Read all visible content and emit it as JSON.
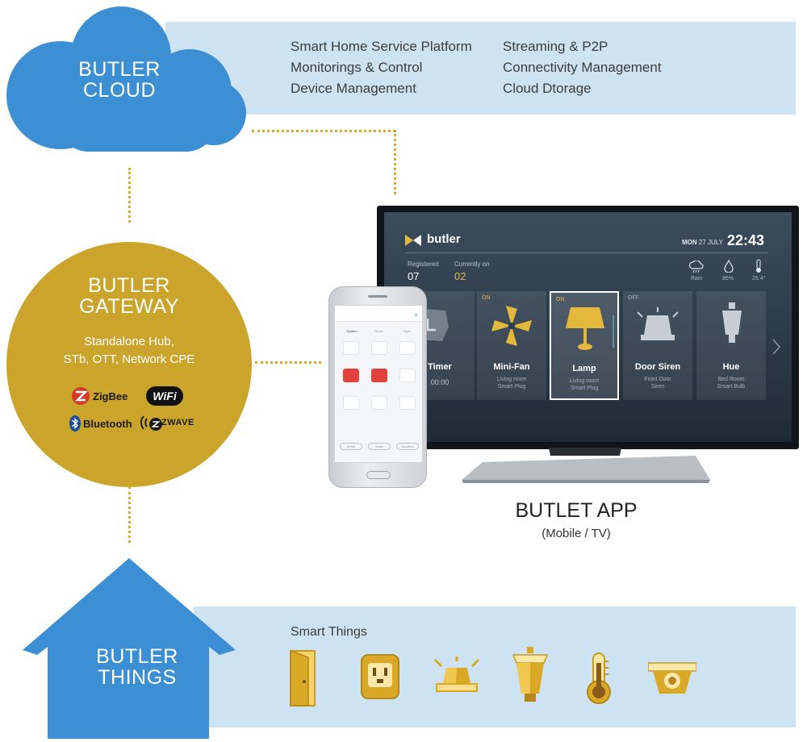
{
  "cloud": {
    "title_line1": "BUTLER",
    "title_line2": "CLOUD",
    "features_col1": [
      "Smart Home Service Platform",
      "Monitorings & Control",
      "Device Management"
    ],
    "features_col2": [
      "Streaming & P2P",
      "Connectivity Management",
      "Cloud Dtorage"
    ]
  },
  "gateway": {
    "title_line1": "BUTLER",
    "title_line2": "GATEWAY",
    "desc_line1": "Standalone Hub,",
    "desc_line2": "STb, OTT, Network CPE",
    "protocols": [
      "ZigBee",
      "WiFi",
      "Bluetooth",
      "ZWAVE"
    ]
  },
  "app": {
    "title": "BUTLET APP",
    "subtitle": "(Mobile / TV)"
  },
  "tv": {
    "brand": "butler",
    "day": "MON",
    "date": "27 JULY",
    "time": "22:43",
    "registered_label": "Registered",
    "registered_value": "07",
    "current_label": "Currently on",
    "current_value": "02",
    "weather": [
      {
        "icon": "cloud-rain-icon",
        "label": "Rain"
      },
      {
        "icon": "drop-icon",
        "label": "86%"
      },
      {
        "icon": "thermometer-icon",
        "label": "26.4°"
      }
    ],
    "cards": [
      {
        "name": "Timer",
        "line1": "00:00",
        "line2": "",
        "state": ""
      },
      {
        "name": "Mini-Fan",
        "line1": "Living room",
        "line2": "Smart Plug",
        "state": "ON"
      },
      {
        "name": "Lamp",
        "line1": "Living room",
        "line2": "Smart Plug",
        "state": "ON"
      },
      {
        "name": "Door Siren",
        "line1": "Front Door",
        "line2": "Siren",
        "state": "OFF"
      },
      {
        "name": "Hue",
        "line1": "Bed Room",
        "line2": "Smart Bulb",
        "state": ""
      }
    ]
  },
  "phone": {
    "tabs": [
      "System",
      "Room",
      "Type"
    ],
    "bottom_buttons": [
      "Home",
      "Away",
      "Vacation"
    ]
  },
  "things": {
    "title_line1": "BUTLER",
    "title_line2": "THINGS",
    "label": "Smart Things",
    "icons": [
      "door-icon",
      "smart-plug-icon",
      "siren-icon",
      "lamp-icon",
      "thermometer-icon",
      "camera-icon"
    ]
  },
  "colors": {
    "panel": "#cde3f2",
    "blue": "#3d8fd4",
    "gold": "#cba52b",
    "icon_gold": "#d9a926"
  }
}
